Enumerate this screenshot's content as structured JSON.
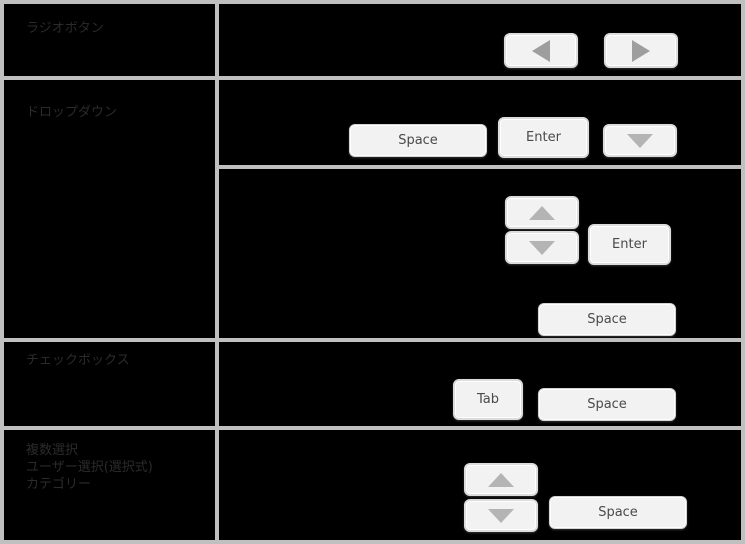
{
  "table": {
    "rows": [
      {
        "label_lines": [
          "ラジオボタン"
        ],
        "keys": [
          {
            "name": "left-arrow-key",
            "icon": "triangle-left-icon",
            "text": ""
          },
          {
            "name": "right-arrow-key",
            "icon": "triangle-right-icon",
            "text": ""
          }
        ]
      },
      {
        "label_lines": [
          "ドロップダウン"
        ],
        "keys": [
          {
            "name": "space-key",
            "icon": "",
            "text": "Space"
          },
          {
            "name": "enter-key",
            "icon": "",
            "text": "Enter"
          },
          {
            "name": "down-arrow-key",
            "icon": "triangle-down-icon",
            "text": ""
          },
          {
            "name": "up-arrow-key",
            "icon": "triangle-up-icon",
            "text": ""
          },
          {
            "name": "down-arrow-key-2",
            "icon": "triangle-down-icon",
            "text": ""
          },
          {
            "name": "enter-key-2",
            "icon": "",
            "text": "Enter"
          },
          {
            "name": "space-key-2",
            "icon": "",
            "text": "Space"
          }
        ]
      },
      {
        "label_lines": [
          "チェックボックス"
        ],
        "keys": [
          {
            "name": "tab-key",
            "icon": "",
            "text": "Tab"
          },
          {
            "name": "space-key-3",
            "icon": "",
            "text": "Space"
          }
        ]
      },
      {
        "label_lines": [
          "複数選択",
          "ユーザー選択(選択式)",
          "カテゴリー"
        ],
        "keys": [
          {
            "name": "up-arrow-key-2",
            "icon": "triangle-up-icon",
            "text": ""
          },
          {
            "name": "down-arrow-key-3",
            "icon": "triangle-down-icon",
            "text": ""
          },
          {
            "name": "space-key-4",
            "icon": "",
            "text": "Space"
          }
        ]
      }
    ]
  },
  "keys": {
    "row1_left_arrow": "",
    "row1_right_arrow": "",
    "row2_space": "Space",
    "row2_enter": "Enter",
    "row2_down": "",
    "row3_up": "",
    "row3_down": "",
    "row3_enter": "Enter",
    "row3_space": "Space",
    "row4_tab": "Tab",
    "row4_space": "Space",
    "row5_up": "",
    "row5_down": "",
    "row5_space": "Space"
  },
  "labels": {
    "radio_button": "ラジオボタン",
    "dropdown": "ドロップダウン",
    "checkbox": "チェックボックス",
    "multi_select_line1": "複数選択",
    "multi_select_line2": "ユーザー選択(選択式)",
    "multi_select_line3": "カテゴリー"
  },
  "colors": {
    "background": "#000000",
    "grid_line": "#c0c0c0",
    "key_face": "#f2f2f2",
    "key_border": "#d3d3d3",
    "key_text": "#4a4a4a",
    "arrow_fill": "#9e9e9e",
    "label_text": "#2b2b2b"
  }
}
